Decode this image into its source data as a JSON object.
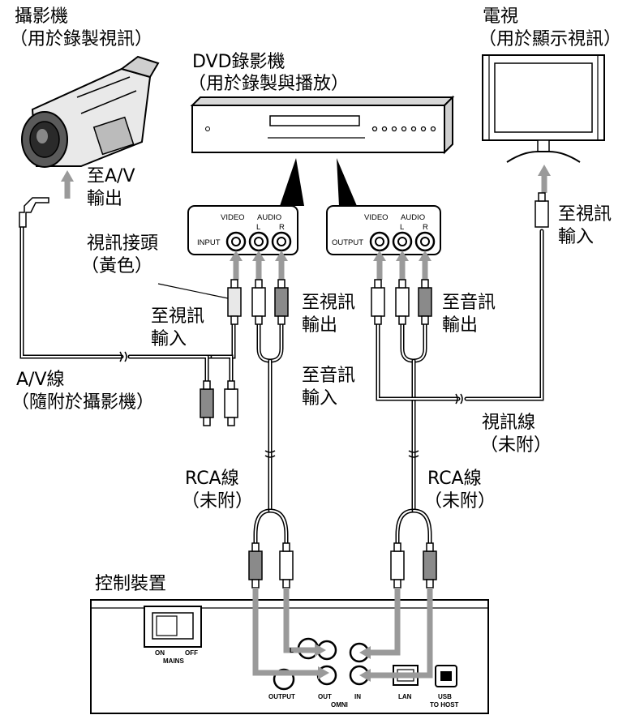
{
  "camcorder": {
    "title": "攝影機",
    "subtitle": "（用於錄製視訊）"
  },
  "dvd": {
    "title": "DVD錄影機",
    "subtitle": "（用於錄製與播放）"
  },
  "tv": {
    "title": "電視",
    "subtitle": "（用於顯示視訊）"
  },
  "labels": {
    "to_av_out_1": "至A/V",
    "to_av_out_2": "輸出",
    "video_plug_1": "視訊接頭",
    "video_plug_2": "（黃色）",
    "to_video_in_l_1": "至視訊",
    "to_video_in_l_2": "輸入",
    "to_video_out_1": "至視訊",
    "to_video_out_2": "輸出",
    "to_audio_in_1": "至音訊",
    "to_audio_in_2": "輸入",
    "to_audio_out_1": "至音訊",
    "to_audio_out_2": "輸出",
    "to_video_in_r_1": "至視訊",
    "to_video_in_r_2": "輸入",
    "av_cable_1": "A/V線",
    "av_cable_2": "（隨附於攝影機）",
    "video_cable_1": "視訊線",
    "video_cable_2": "（未附）",
    "rca_left_1": "RCA線",
    "rca_left_2": "（未附）",
    "rca_right_1": "RCA線",
    "rca_right_2": "（未附）",
    "control_unit": "控制裝置"
  },
  "input_panel": {
    "video": "VIDEO",
    "audio": "AUDIO",
    "l": "L",
    "r": "R",
    "port": "INPUT"
  },
  "output_panel": {
    "video": "VIDEO",
    "audio": "AUDIO",
    "l": "L",
    "r": "R",
    "port": "OUTPUT"
  },
  "control_panel": {
    "on": "ON",
    "off": "OFF",
    "mains": "MAINS",
    "l": "L",
    "output": "OUTPUT",
    "out": "OUT",
    "in": "IN",
    "omni": "OMNI",
    "lan": "LAN",
    "usb_1": "USB",
    "usb_2": "TO HOST"
  }
}
